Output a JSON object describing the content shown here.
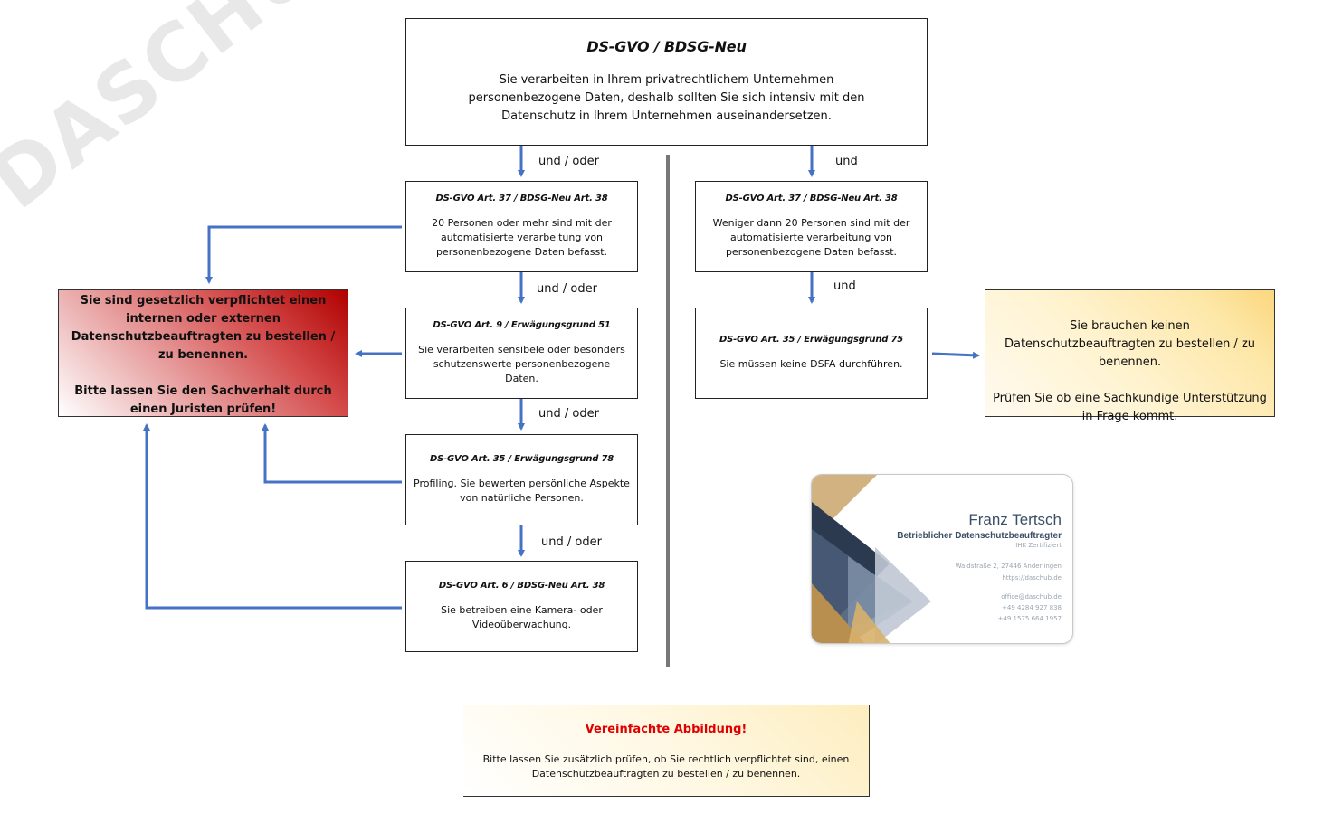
{
  "watermark": "DASCHUB.DE",
  "colors": {
    "arrow": "#4472c4",
    "divider": "#777777",
    "warning_fill": "#c00000",
    "info_fill": "#fde7a8",
    "note_title": "#e00000"
  },
  "main_box": {
    "title": "DS-GVO / BDSG-Neu",
    "text": "Sie verarbeiten in Ihrem privatrechtlichem Unternehmen personenbezogene Daten, deshalb sollten Sie sich  intensiv mit den Datenschutz in Ihrem Unternehmen auseinandersetzen."
  },
  "connectors": {
    "left_1": "und / oder",
    "left_2": "und / oder",
    "left_3": "und / oder",
    "left_4": "und / oder",
    "right_1": "und",
    "right_2": "und"
  },
  "left_boxes": [
    {
      "head": "DS-GVO Art. 37 / BDSG-Neu Art. 38",
      "text": "20 Personen oder mehr sind mit der automatisierte  verarbeitung von personenbezogene Daten befasst."
    },
    {
      "head": "DS-GVO Art. 9 / Erwägungsgrund 51",
      "text": "Sie verarbeiten sensibele oder besonders schutzenswerte personenbezogene Daten."
    },
    {
      "head": "DS-GVO Art. 35 / Erwägungsgrund 78",
      "text": "Profiling.  Sie bewerten persönliche Aspekte von natürliche Personen."
    },
    {
      "head": "DS-GVO Art. 6 / BDSG-Neu Art. 38",
      "text": "Sie betreiben eine Kamera- oder Videoüberwachung."
    }
  ],
  "right_boxes": [
    {
      "head": "DS-GVO Art. 37 / BDSG-Neu Art. 38",
      "text": "Weniger dann 20 Personen sind mit der automatisierte  verarbeitung von personenbezogene Daten befasst."
    },
    {
      "head": "DS-GVO Art. 35 / Erwägungsgrund 75",
      "text": "Sie müssen keine DSFA durchführen."
    }
  ],
  "warning_box": {
    "line1": "Sie sind gesetzlich verpflichtet einen internen oder externen Datenschutzbeauftragten zu bestellen / zu benennen.",
    "line2": "Bitte lassen Sie den Sachverhalt durch einen Juristen prüfen!"
  },
  "info_box": {
    "line1": "Sie brauchen keinen Datenschutzbeauftragten zu bestellen / zu benennen.",
    "line2": "Prüfen Sie ob eine Sachkundige Unterstützung in Frage kommt."
  },
  "note_box": {
    "title": "Vereinfachte Abbildung!",
    "text": "Bitte lassen Sie zusätzlich prüfen, ob Sie rechtlich verpflichtet sind, einen Datenschutzbeauftragten zu bestellen / zu benennen."
  },
  "business_card": {
    "name": "Franz Tertsch",
    "role": "Betrieblicher Datenschutzbeauftragter",
    "certification": "IHK Zertifiziert",
    "address": "Waldstraße 2, 27446 Anderlingen",
    "website": "https://daschub.de",
    "email": "office@daschub.de",
    "phone1": "+49 4284 927 838",
    "phone2": "+49 1575 664 1957"
  }
}
